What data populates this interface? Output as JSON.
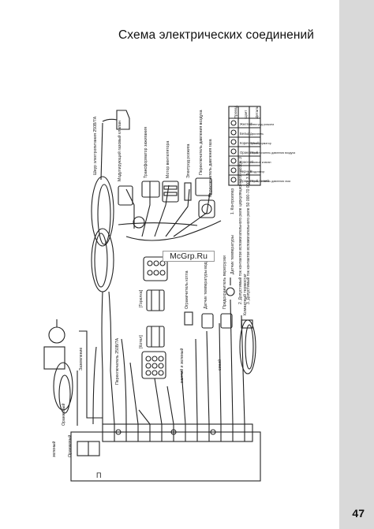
{
  "title": "Схема электрических соединений",
  "page_number": "47",
  "watermark": "McGrp.Ru",
  "legend_table": {
    "headers": [
      "Провод",
      "Цвет",
      "Деталь"
    ],
    "rows": [
      {
        "color": "Желтый",
        "part": "Электрод розжига"
      },
      {
        "color": "Белый",
        "part": "Двигатель"
      },
      {
        "color": "Коричневый",
        "part": "Трансформатор"
      },
      {
        "color": "Оранжевый",
        "part": "Переключатель давления воздуха"
      },
      {
        "color": "Красный",
        "part": "Газовый клапан"
      },
      {
        "color": "Черный",
        "part": "Модулятор"
      },
      {
        "color": "Оранжевый, синий",
        "part": "Переключатель давления газа"
      }
    ]
  },
  "notes": [
    "1. Контроллер",
    "2. Допустимый ток контактов вспомогательного реле циркуляционного насоса: 3",
    "3. Допустимый ток контактов вспомогательного реле 50 000-70 000: 3 A"
  ],
  "components": {
    "power_cord": "Шнур электропитания 250В/7А",
    "modulating_valve": "Модулирующий газовый клапан",
    "ignition_transformer": "Трансформатор зажигания",
    "fan_motor": "Мотор вентилятора",
    "ignition_electrode": "Электрод розжига",
    "air_pressure_switch": "Переключатель давления воздуха",
    "gas_pressure_switch": "Переключатель давления газа",
    "burner": "[Горелка]",
    "boiler": "[Котел]",
    "boiler_thermostat": "Ограничитель котла",
    "supply_temp_sensor": "Датчик температуры воды",
    "fuse": "Предохранитель перегрузки",
    "temp_sensor": "Датчик температуры",
    "room_thermostat": "Комнатный термостат",
    "switch": "Переключатель 250В/7А",
    "ground": "Заземление",
    "connector_l": "П"
  },
  "wire_labels": {
    "yellow_green": "желтый и зеленый",
    "blue": "синий",
    "orange": "Оранжевый",
    "green": "зеленый"
  }
}
